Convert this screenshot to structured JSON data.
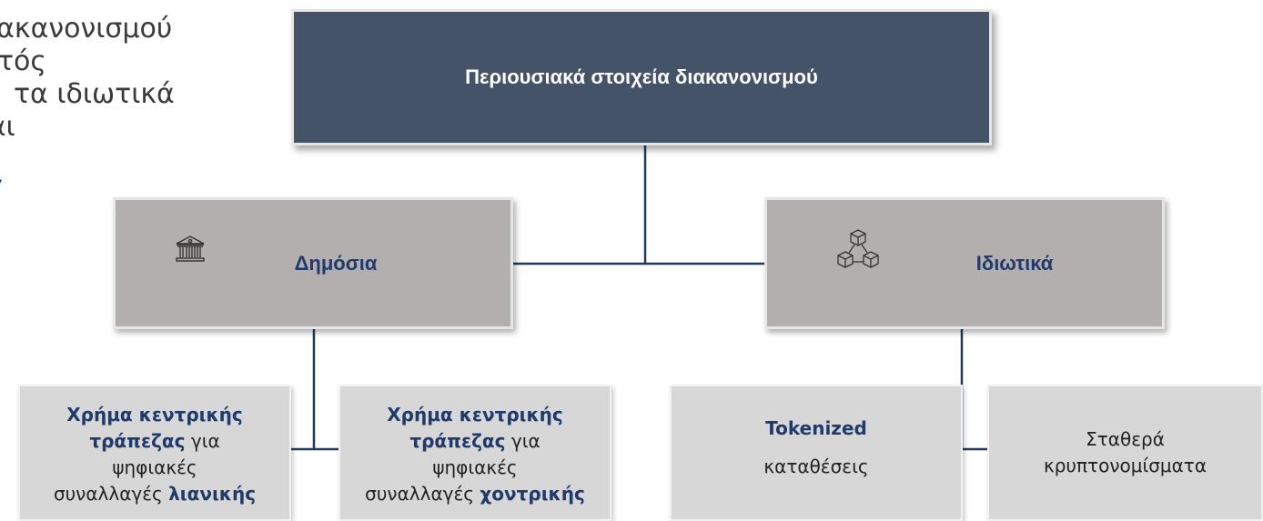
{
  "background_text": {
    "lines": [
      "ιακανονισμού",
      "εντός",
      "τα ιδιωτικά",
      "ναι",
      "ά"
    ]
  },
  "root": {
    "label": "Περιουσιακά στοιχεία διακανονισμού"
  },
  "branches": {
    "public": {
      "label": "Δημόσια",
      "icon": "bank-building-icon"
    },
    "private": {
      "label": "Ιδιωτικά",
      "icon": "cubes-network-icon"
    }
  },
  "leaves": {
    "retail_cbdc": {
      "bold1": "Χρήμα κεντρικής",
      "bold2": "τράπεζας",
      "text2": " για",
      "text3": "ψηφιακές",
      "text4": "συναλλαγές ",
      "bold4": "λιανικής"
    },
    "wholesale_cbdc": {
      "bold1": "Χρήμα κεντρικής",
      "bold2": "τράπεζας",
      "text2": " για",
      "text3": "ψηφιακές",
      "text4": "συναλλαγές ",
      "bold4": "χοντρικής"
    },
    "tokenized_deposits": {
      "bold1": "Tokenized",
      "text2": "καταθέσεις"
    },
    "stablecoins": {
      "text1": "Σταθερά",
      "text2": "κρυπτονομίσματα"
    }
  },
  "colors": {
    "root_fill": "#455368",
    "branch_fill": "#b3afae",
    "leaf_fill": "#d7d7d7",
    "accent_text": "#1f3a6b",
    "connector": "#1f3a5f"
  }
}
